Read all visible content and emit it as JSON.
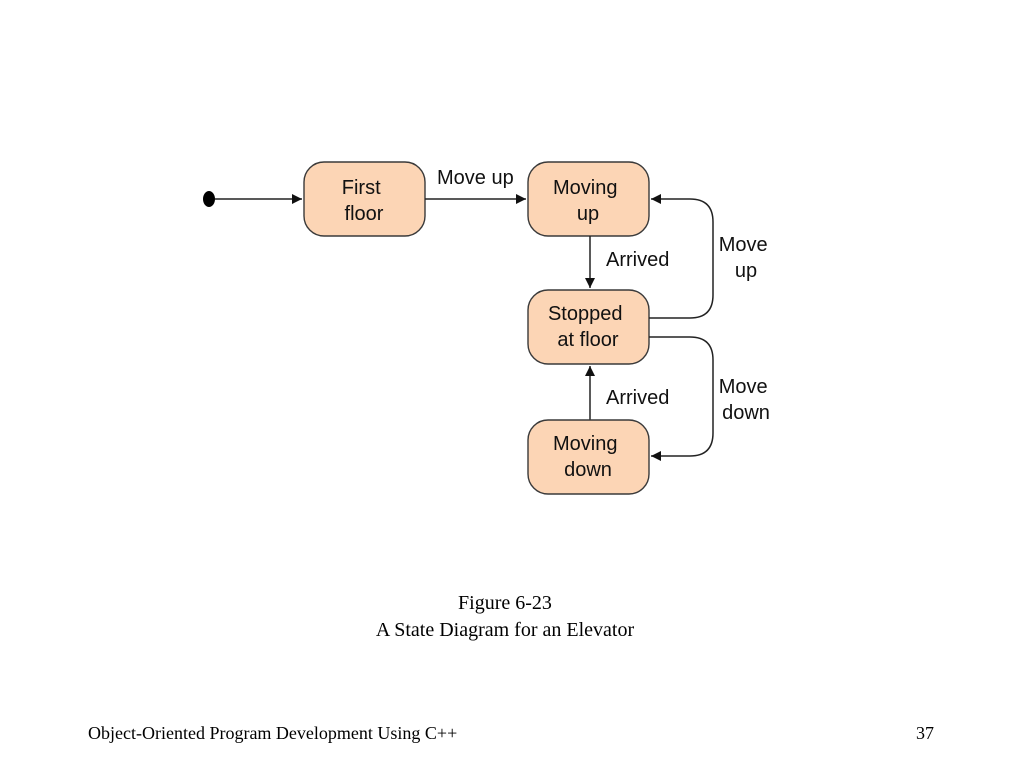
{
  "diagram": {
    "states": {
      "first_floor": [
        "First",
        "floor"
      ],
      "moving_up": [
        "Moving",
        "up"
      ],
      "stopped": [
        "Stopped",
        "at floor"
      ],
      "moving_down": [
        "Moving",
        "down"
      ]
    },
    "transitions": {
      "first_to_up": "Move up",
      "up_to_stopped": "Arrived",
      "down_to_stopped": "Arrived",
      "stopped_to_up": [
        "Move",
        "up"
      ],
      "stopped_to_down": [
        "Move",
        "down"
      ]
    }
  },
  "caption": {
    "number": "Figure 6-23",
    "title": "A State Diagram for an Elevator"
  },
  "footer": {
    "course": "Object-Oriented Program Development Using C++",
    "page": "37"
  }
}
